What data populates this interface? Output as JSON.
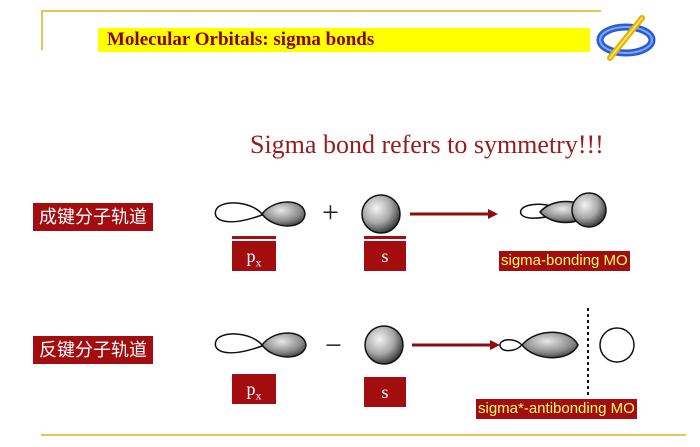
{
  "slide": {
    "title": "Molecular Orbitals:  sigma bonds",
    "subtitle": "Sigma bond refers to symmetry!!!"
  },
  "rows": [
    {
      "label": "成键分子轨道",
      "orbital_p": "p",
      "orbital_p_sub": "x",
      "operator": "+",
      "orbital_s": "s",
      "result": "sigma-bonding MO"
    },
    {
      "label": "反键分子轨道",
      "orbital_p": "p",
      "orbital_p_sub": "x",
      "operator": "−",
      "orbital_s": "s",
      "result": "sigma*-antibonding MO"
    }
  ],
  "colors": {
    "accent": "#a30d10",
    "title_highlight": "#ffff00",
    "title_text": "#8b0000",
    "result_text": "#ffff66",
    "rule": "#e6c25a"
  },
  "icons": [
    "logo-icon",
    "p-orbital-icon",
    "s-orbital-icon",
    "arrow-icon",
    "bonding-mo-icon",
    "antibonding-mo-icon",
    "node-line-icon"
  ]
}
